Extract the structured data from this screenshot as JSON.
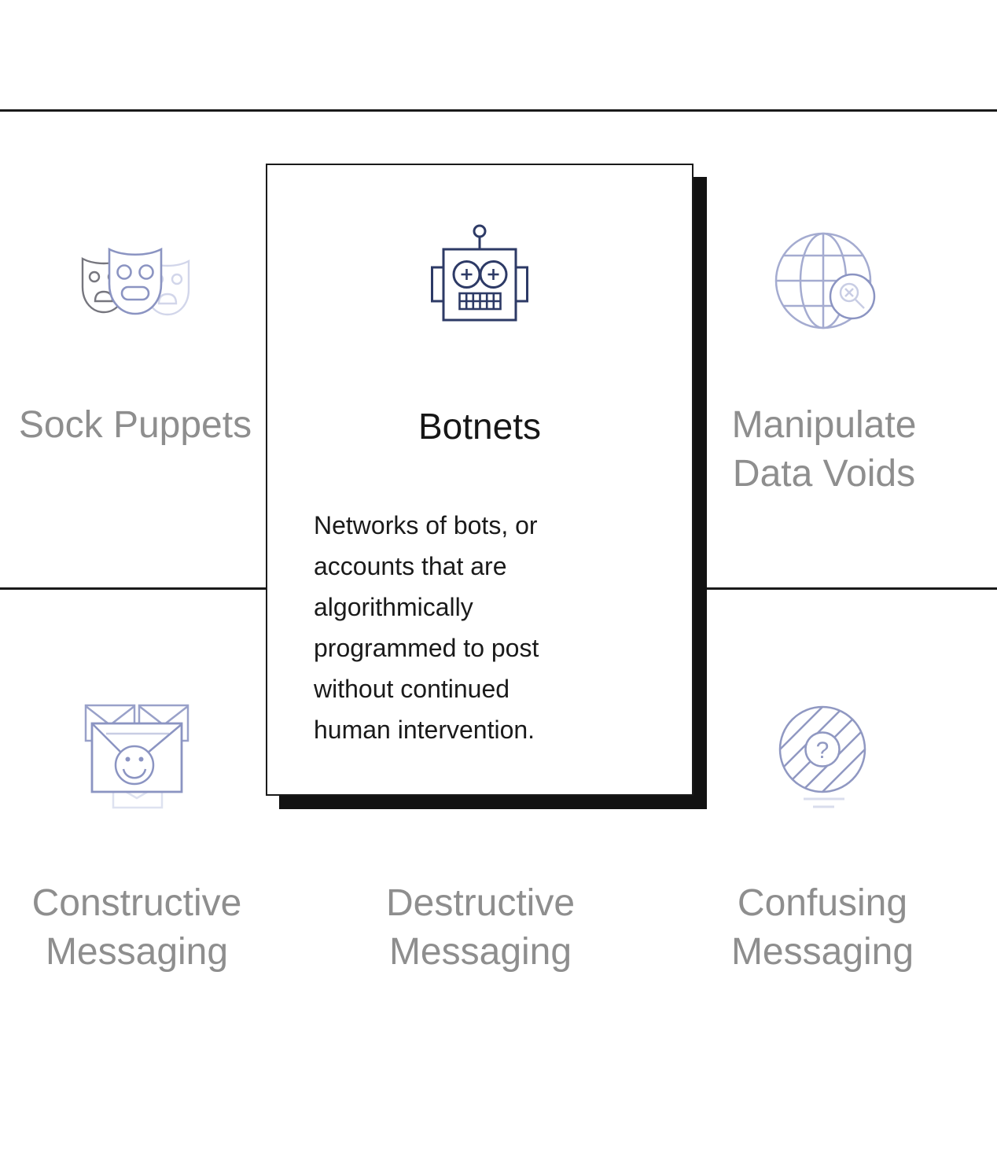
{
  "page": {
    "background": "#ffffff",
    "divider_color": "#1a1a1a"
  },
  "colors": {
    "label_gray": "#8e8e8e",
    "icon_periwinkle": "#99a1c9",
    "icon_periwinkle_dark": "#8b94c2",
    "icon_periwinkle_light": "#d2d6ea",
    "icon_periwinkle_faint": "#dee2f0",
    "icon_detail_light": "#c8cde4",
    "mask_gray": "#76767e",
    "robot_navy": "#2d3a66",
    "card_border": "#1a1a1a",
    "card_shadow": "#121212"
  },
  "icons": {
    "question_glyph": "?"
  },
  "grid": {
    "cells": [
      {
        "id": "sock-puppets",
        "icon": "theater-masks-icon",
        "lines": [
          "Sock Puppets"
        ]
      },
      {
        "id": "manipulate-data-voids",
        "icon": "globe-search-icon",
        "lines": [
          "Manipulate",
          "Data Voids"
        ]
      },
      {
        "id": "constructive-messaging",
        "icon": "envelopes-smiley-icon",
        "lines": [
          "Constructive",
          "Messaging"
        ]
      },
      {
        "id": "destructive-messaging",
        "icon": null,
        "lines": [
          "Destructive",
          "Messaging"
        ]
      },
      {
        "id": "confusing-messaging",
        "icon": "hatched-circle-question-icon",
        "lines": [
          "Confusing",
          "Messaging"
        ]
      }
    ]
  },
  "popup": {
    "title": "Botnets",
    "icon": "robot-icon",
    "description": "Networks of bots, or accounts that are algorithmically programmed to post without continued human intervention.",
    "description_lines": [
      "Networks of bots, or",
      "accounts that are",
      "algorithmically",
      "programmed to post",
      "without continued",
      "human intervention."
    ]
  }
}
